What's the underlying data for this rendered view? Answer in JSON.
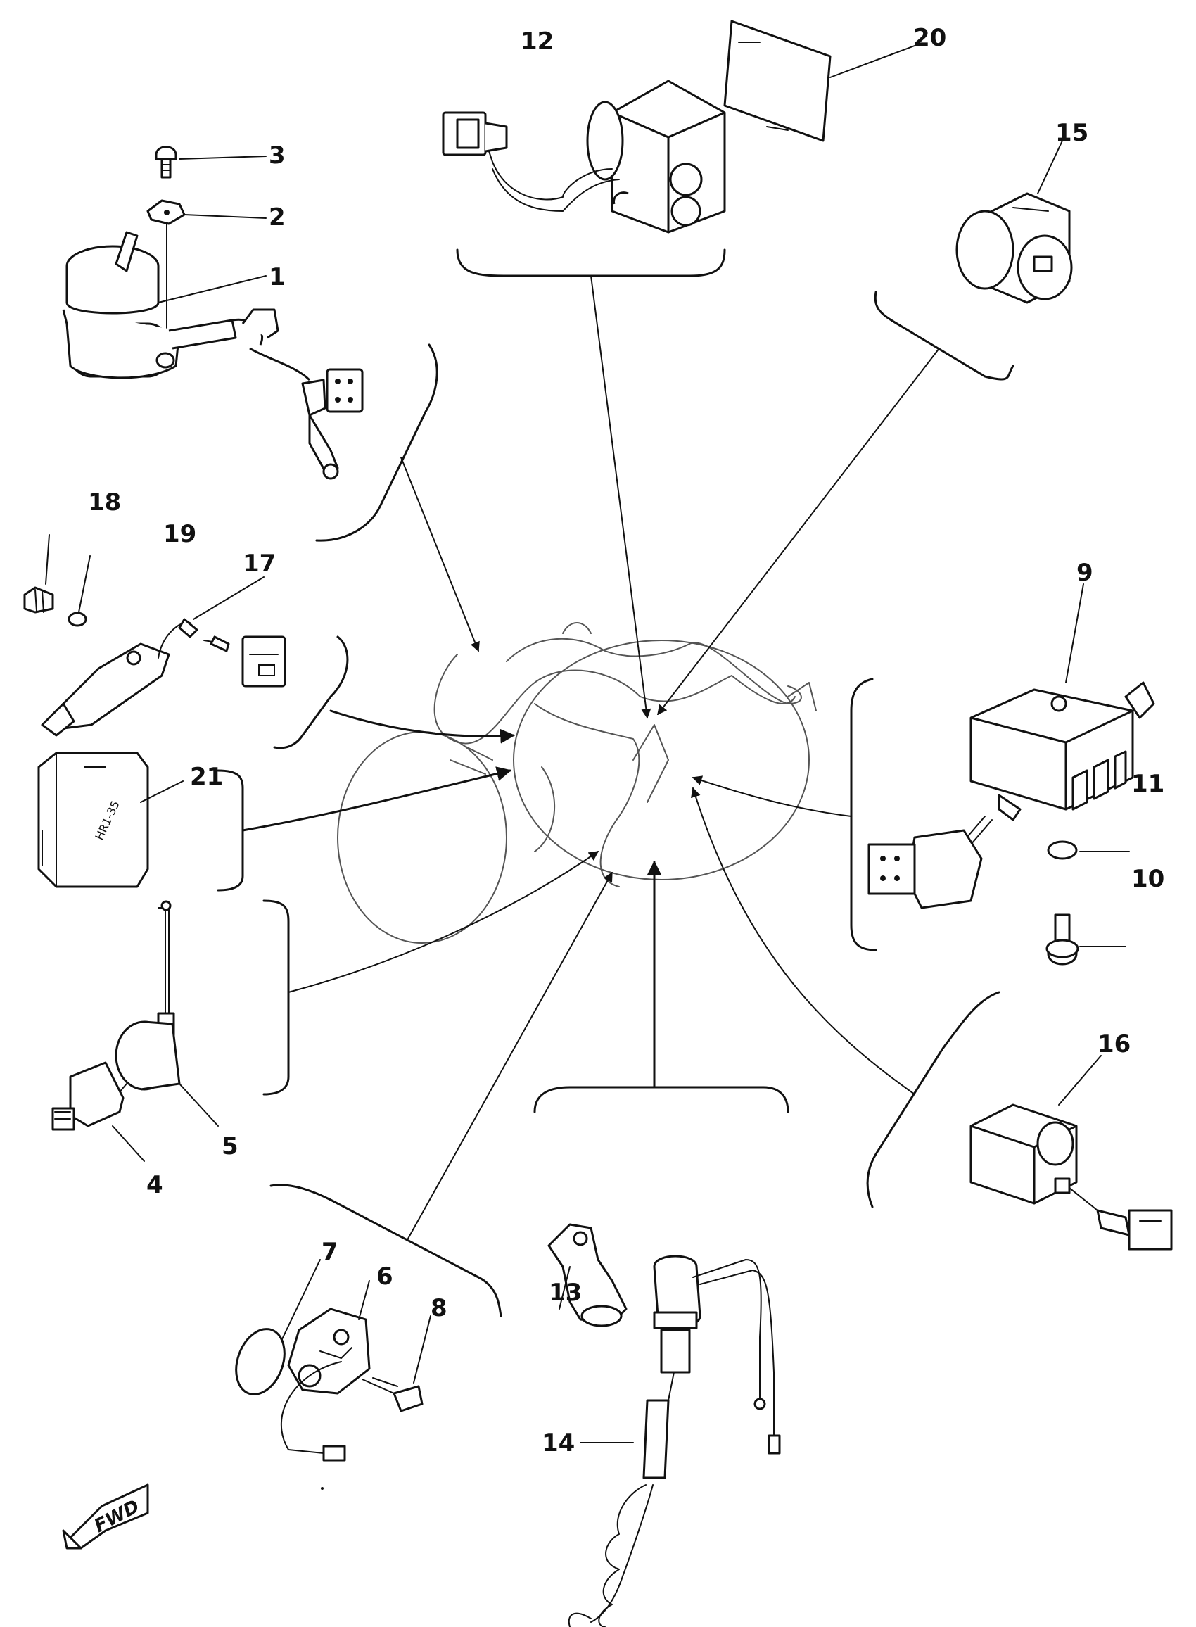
{
  "callouts": {
    "n1": "1",
    "n2": "2",
    "n3": "3",
    "n4": "4",
    "n5": "5",
    "n6": "6",
    "n7": "7",
    "n8": "8",
    "n9": "9",
    "n10": "10",
    "n11": "11",
    "n12": "12",
    "n13": "13",
    "n14": "14",
    "n15": "15",
    "n16": "16",
    "n17": "17",
    "n18": "18",
    "n19": "19",
    "n20": "20",
    "n21": "21"
  },
  "part_21_marking": "HR1-35",
  "direction_marker": "FWD"
}
